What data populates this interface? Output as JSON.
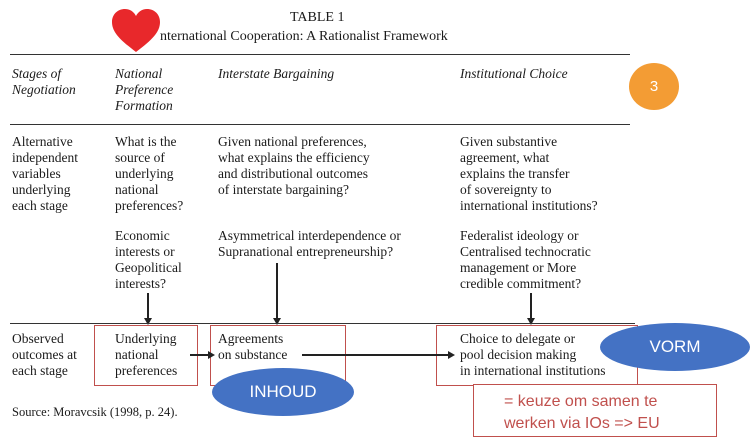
{
  "table": {
    "number": "TABLE 1",
    "title": "nternational Cooperation: A Rationalist Framework",
    "headers": {
      "stages": [
        "Stages of",
        "Negotiation"
      ],
      "preference": [
        "National",
        "Preference",
        "Formation"
      ],
      "bargaining": [
        "Interstate Bargaining"
      ],
      "choice": [
        "Institutional Choice"
      ]
    },
    "independent": {
      "label": [
        "Alternative",
        "independent",
        "variables",
        "underlying",
        "each stage"
      ],
      "preference_q": [
        "What is the",
        "source of",
        "underlying",
        "national",
        "preferences?"
      ],
      "bargaining_q": [
        "Given national preferences,",
        "what explains the efficiency",
        "and distributional outcomes",
        "of interstate bargaining?"
      ],
      "choice_q": [
        "Given substantive",
        "agreement, what",
        "explains the transfer",
        "of sovereignty to",
        "international institutions?"
      ],
      "preference_a": [
        "Economic",
        "interests or",
        "Geopolitical",
        "interests?"
      ],
      "bargaining_a": [
        "Asymmetrical interdependence or",
        "Supranational entrepreneurship?"
      ],
      "choice_a": [
        "Federalist ideology or",
        "Centralised technocratic",
        "management or More",
        "credible commitment?"
      ]
    },
    "outcomes": {
      "label": [
        "Observed",
        "outcomes at",
        "each stage"
      ],
      "preference": [
        "Underlying",
        "national",
        "preferences"
      ],
      "bargaining": [
        "Agreements",
        "on substance"
      ],
      "choice": [
        "Choice to delegate or",
        "pool decision making",
        "in international institutions"
      ]
    },
    "source": "Source: Moravcsik (1998, p. 24)."
  },
  "annotations": {
    "badge": "3",
    "inhoud": "INHOUD",
    "vorm": "VORM",
    "note": [
      "= keuze om samen te",
      "werken via IOs => EU"
    ]
  },
  "colors": {
    "heart": "#e8282b",
    "badge": "#f39c34",
    "ellipse": "#4472c4",
    "box": "#c0504d"
  },
  "icons": {
    "heart": "heart-icon"
  }
}
